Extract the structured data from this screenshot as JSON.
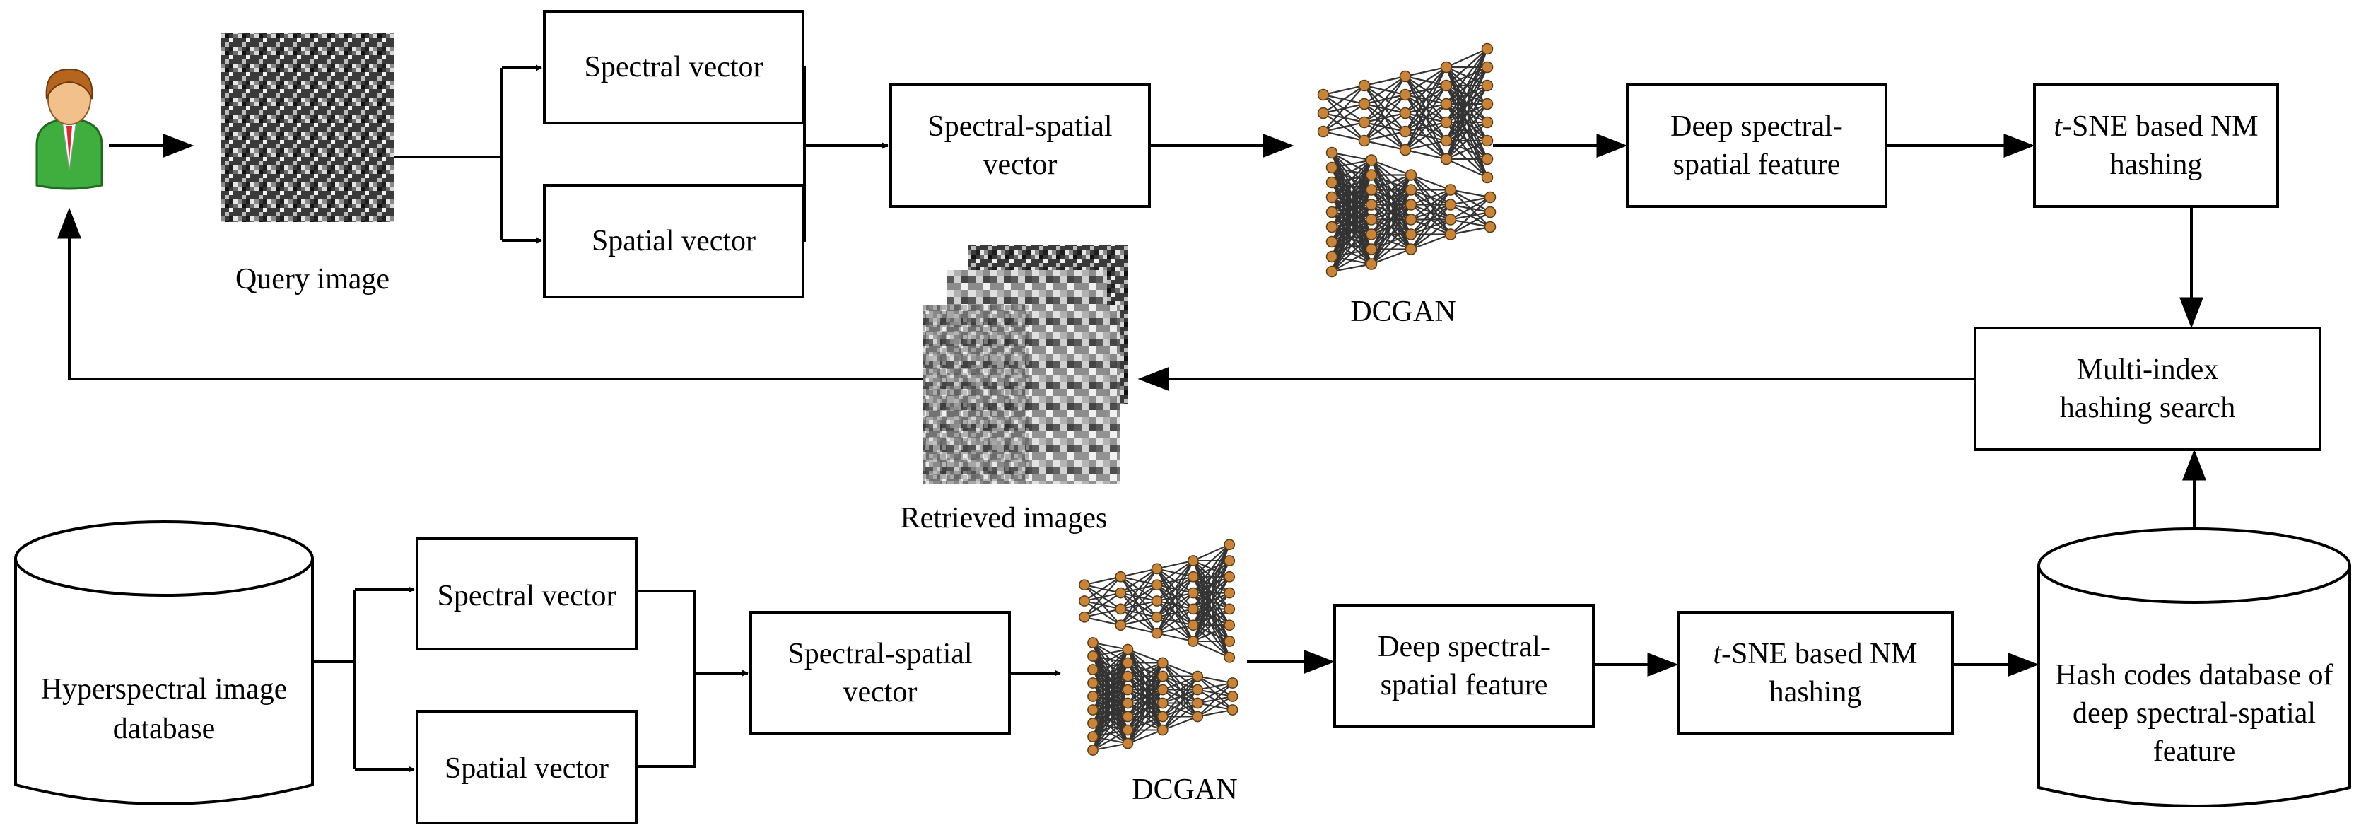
{
  "query": {
    "image_label": "Query image",
    "spectral_vector": "Spectral vector",
    "spatial_vector": "Spatial vector",
    "spectral_spatial_vector": [
      "Spectral-spatial",
      "vector"
    ],
    "dcgan_label": "DCGAN",
    "deep_feature": [
      "Deep spectral-",
      "spatial feature"
    ],
    "tsne_hashing": {
      "italic": "t",
      "rest": "-SNE based NM",
      "line2": "hashing"
    }
  },
  "search": {
    "multi_index": [
      "Multi-index",
      "hashing search"
    ],
    "retrieved_label": "Retrieved images"
  },
  "database": {
    "hyperspectral_db": [
      "Hyperspectral image",
      "database"
    ],
    "spectral_vector": "Spectral vector",
    "spatial_vector": "Spatial vector",
    "spectral_spatial_vector": [
      "Spectral-spatial",
      "vector"
    ],
    "dcgan_label": "DCGAN",
    "deep_feature": [
      "Deep spectral-",
      "spatial feature"
    ],
    "tsne_hashing": {
      "italic": "t",
      "rest": "-SNE based NM",
      "line2": "hashing"
    },
    "hash_db": [
      "Hash codes database of",
      "deep spectral-spatial",
      "feature"
    ]
  },
  "colors": {
    "stroke": "#000000",
    "node_fill": "#c8843a",
    "node_stroke": "#5a3a14",
    "user_shirt": "#3fae3f",
    "user_hair": "#b5651d",
    "user_skin": "#f2c08a"
  },
  "icons": [
    "user-icon",
    "query-image-thumbnail",
    "retrieved-images-stack",
    "dcgan-network-icon"
  ]
}
